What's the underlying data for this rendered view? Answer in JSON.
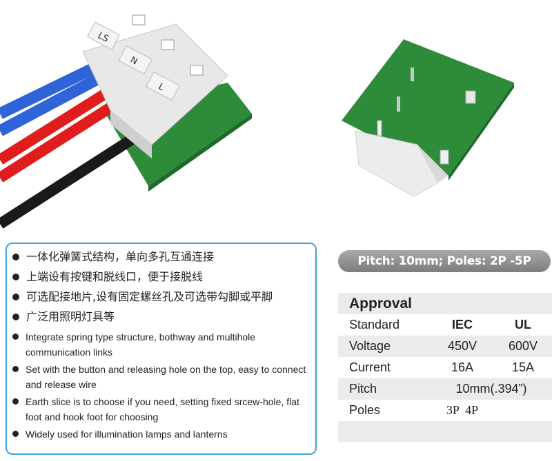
{
  "features": [
    {
      "text": "一体化弹簧式结构，单向多孔互通连接",
      "lang": "cn"
    },
    {
      "text": "上端设有按键和脱线口，便于接脱线",
      "lang": "cn"
    },
    {
      "text": "可选配接地片,设有固定螺丝孔及可选带勾脚或平脚",
      "lang": "cn"
    },
    {
      "text": "广泛用照明灯具等",
      "lang": "cn"
    },
    {
      "text": "Integrate spring type structure, bothway and multihole communication links",
      "lang": "en"
    },
    {
      "text": "Set with the button and releasing hole on the top, easy to connect and release wire",
      "lang": "en"
    },
    {
      "text": "Earth slice is to choose if you need, setting fixed srcew-hole, flat foot and hook foot for choosing",
      "lang": "en"
    },
    {
      "text": "Widely used for illumination lamps and lanterns",
      "lang": "en"
    }
  ],
  "pitch_banner": "Pitch: 10mm;  Poles: 2P -5P",
  "approval": {
    "title": "Approval",
    "header": {
      "label": "Standard",
      "iec": "IEC",
      "ul": "UL"
    },
    "voltage": {
      "label": "Voltage",
      "iec": "450V",
      "ul": "600V"
    },
    "current": {
      "label": "Current",
      "iec": "16A",
      "ul": "15A"
    },
    "pitch": {
      "label": "Pitch",
      "value": "10mm(.394”)"
    },
    "poles": {
      "label": "Poles",
      "value": "3P  4P"
    }
  },
  "terminal_labels": {
    "ls": "LS",
    "n": "N",
    "l": "L"
  },
  "colors": {
    "frame": "#3ea3e0",
    "pcb": "#2e8b3a",
    "wire_blue": "#2f64d8",
    "wire_red": "#e01c1c",
    "wire_black": "#1a1a1a",
    "housing": "#e8e8e8"
  }
}
